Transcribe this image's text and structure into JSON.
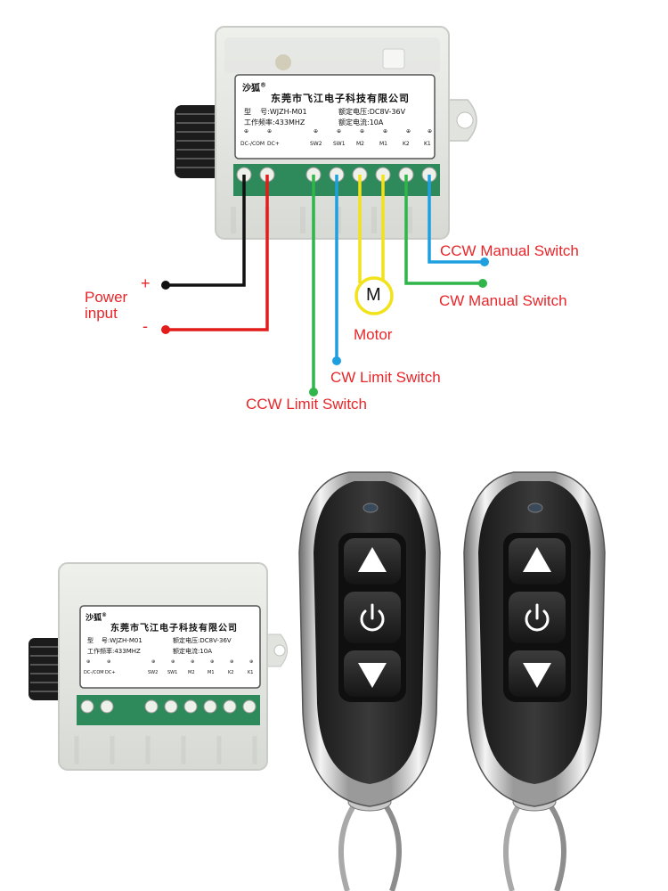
{
  "module": {
    "brand": "沙狐",
    "trademark": "®",
    "company": "东莞市飞江电子科技有限公司",
    "model_row": "型    号:WJZH-M01",
    "voltage_row": "额定电压:DC8V-36V",
    "freq_row": "工作频率:433MHZ",
    "current_row": "额定电流:10A",
    "terminals": [
      "DC-/COM",
      "DC+",
      "SW2",
      "SW1",
      "M2",
      "M1",
      "K2",
      "K1"
    ]
  },
  "labels": {
    "ccw_manual": "CCW Manual Switch",
    "cw_manual": "CW Manual Switch",
    "motor_symbol": "M",
    "motor": "Motor",
    "cw_limit": "CW Limit Switch",
    "ccw_limit": "CCW Limit Switch",
    "power_line1": "Power",
    "power_line2": "input",
    "plus": "+",
    "minus": "-"
  },
  "wire_colors": {
    "black": "#111111",
    "red": "#e21b1b",
    "green": "#2fb54a",
    "blue": "#1e9fe0",
    "yellow": "#f2e21a"
  },
  "label_color": "#e8262a",
  "remotes": [
    {
      "buttons": [
        "up-arrow",
        "power",
        "down-arrow"
      ]
    },
    {
      "buttons": [
        "up-arrow",
        "power",
        "down-arrow"
      ]
    }
  ]
}
